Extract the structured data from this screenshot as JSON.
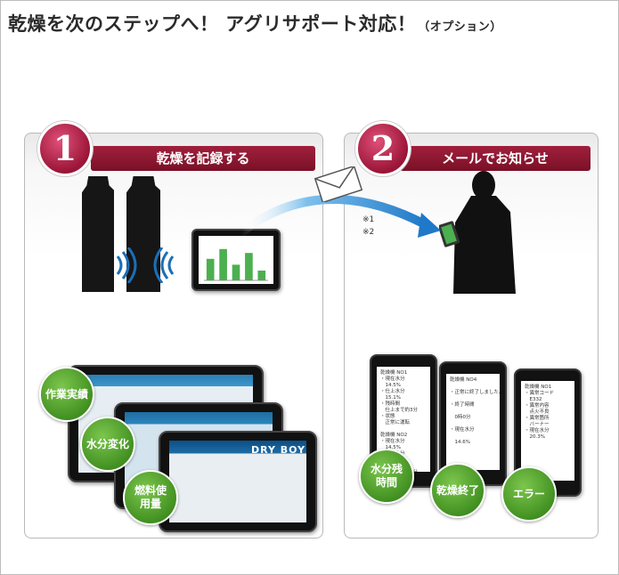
{
  "title": {
    "main": "乾燥を次のステップへ！ アグリサポート対応！",
    "option": "（オプション）"
  },
  "step1": {
    "number": "1",
    "label": "乾燥を記録する",
    "badges": [
      "作業実績",
      "水分変化",
      "燃料使用量"
    ],
    "brand": "DRY BOY"
  },
  "step2": {
    "number": "2",
    "label": "メールでお知らせ",
    "notes": [
      "※1",
      "※2"
    ],
    "badges": [
      "水分残時間",
      "乾燥終了",
      "エラー"
    ]
  },
  "phones": [
    {
      "lines": [
        "乾燥機 NO1",
        "・現在水分",
        "　14.5%",
        "・仕上水分",
        "　15.1%",
        "・残時間",
        "　仕上まで約3分",
        "・状態",
        "　正常に運転",
        "",
        "乾燥機 NO2",
        "・現在水分",
        "　14.5%",
        "・仕上水分",
        "　20.2%",
        "・残時間",
        "　仕上まで約3分",
        "・状態",
        "　正常に運転"
      ]
    },
    {
      "lines": [
        "乾燥機 NO4",
        "",
        "・正常に終了しました。",
        "",
        "・終了時間",
        "",
        "　0時0分",
        "",
        "・現在水分",
        "",
        "　14.6%"
      ]
    },
    {
      "lines": [
        "乾燥機 NO1",
        "・異常コード",
        "　E332",
        "・異常内容",
        "　点火不良",
        "・異常箇所",
        "　バーナー",
        "・現在水分",
        "　20.3%"
      ]
    }
  ],
  "chart_data": {
    "type": "bar",
    "values": [
      55,
      80,
      40,
      70,
      25
    ]
  }
}
